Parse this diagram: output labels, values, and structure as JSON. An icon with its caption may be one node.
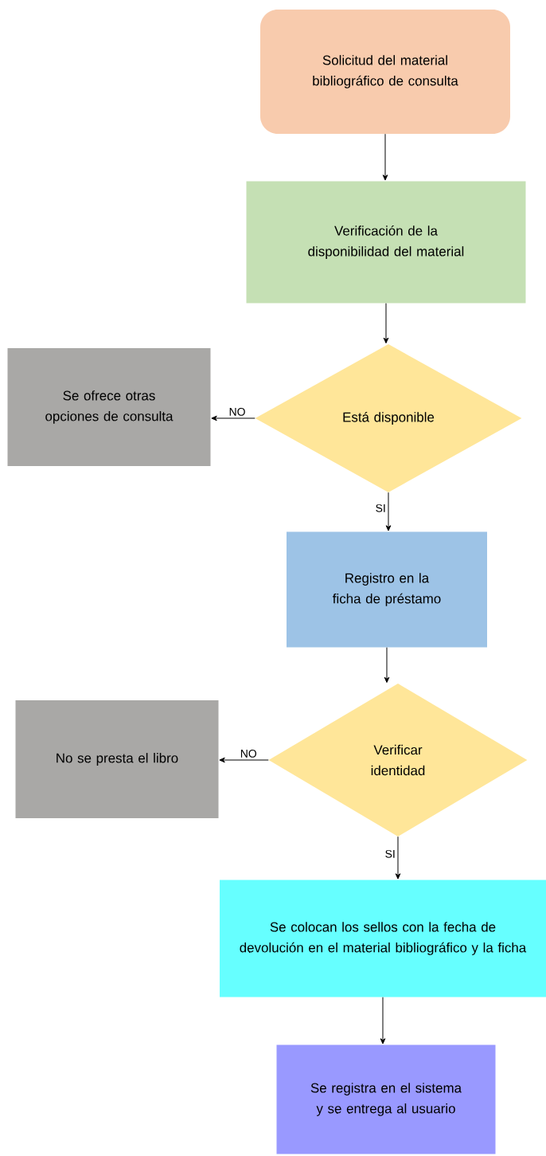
{
  "diagram": {
    "nodes": [
      {
        "text": [
          "Solicitud del material bibliográfico de consulta"
        ]
      },
      {
        "text": [
          "Verificación de la disponibilidad del material"
        ]
      },
      {
        "text": [
          "Está disponible"
        ]
      },
      {
        "text": [
          "Se ofrece otras opciones de consulta"
        ]
      },
      {
        "text": [
          "Registro en la ficha de préstamo"
        ]
      },
      {
        "text": [
          "Verificar identidad"
        ]
      },
      {
        "text": [
          "No se presta el libro"
        ]
      },
      {
        "text": [
          "Se colocan los sellos con la fecha de devolución en el material bibliográfico y la ficha"
        ]
      },
      {
        "text": [
          "Se registra en el sistema y se entrega al usuario"
        ]
      }
    ],
    "edges": [
      {
        "from": 0,
        "to": 1,
        "arrow": "to"
      },
      {
        "from": 1,
        "to": 2,
        "arrow": "to"
      },
      {
        "from": 2,
        "to": 3,
        "arrow": "to",
        "label": "NO"
      },
      {
        "from": 2,
        "to": 4,
        "arrow": "to",
        "label": "SI"
      },
      {
        "from": 4,
        "to": 5,
        "arrow": "to"
      },
      {
        "from": 5,
        "to": 6,
        "arrow": "to",
        "label": "NO"
      },
      {
        "from": 5,
        "to": 7,
        "arrow": "to",
        "label": "SI"
      },
      {
        "from": 7,
        "to": 8,
        "arrow": "to"
      }
    ]
  }
}
